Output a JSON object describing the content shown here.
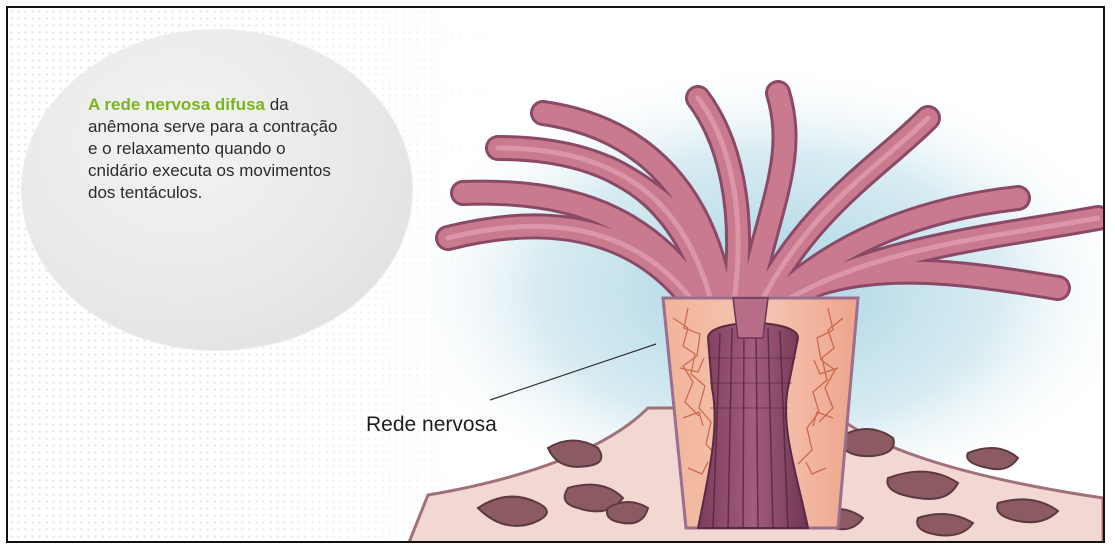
{
  "caption": {
    "highlight": "A rede nervosa difusa",
    "text": " da anêmona serve para a contração e o relaxamento quando o cnidário executa os movimentos dos tentáculos."
  },
  "label": "Rede nervosa",
  "colors": {
    "highlight": "#7ab51d",
    "tentacle": "#c8768a",
    "tentacle_outline": "#8a4a67",
    "body": "#e8a58e",
    "column": "#8c4a6a",
    "background_glow": "#b9dbe6",
    "rock": "#8b5a62"
  }
}
